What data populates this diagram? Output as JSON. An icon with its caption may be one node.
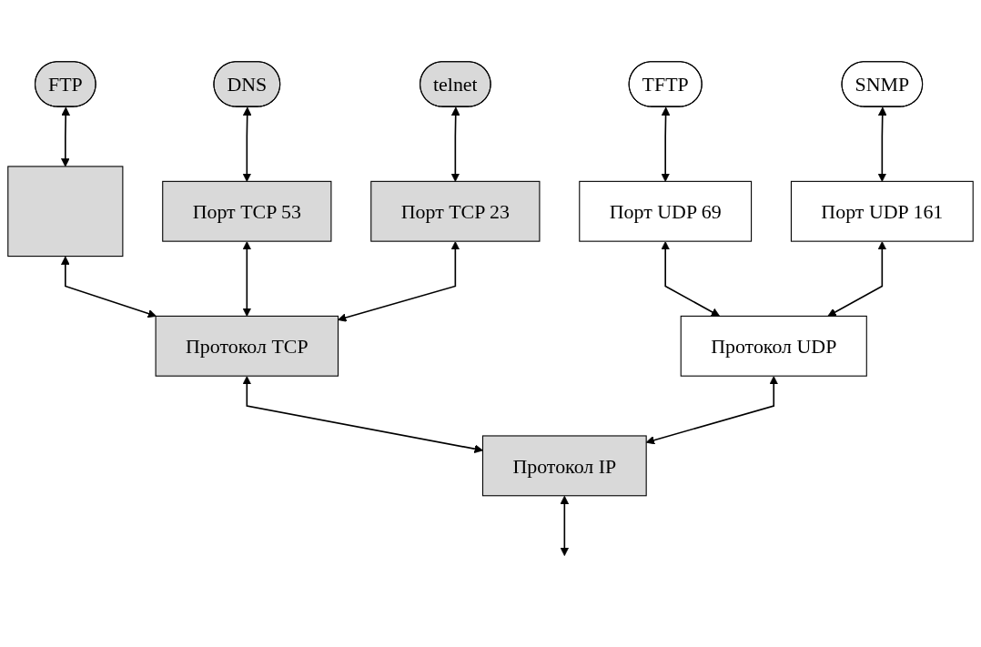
{
  "diagram": {
    "nodes": [
      {
        "text": [
          "FTP"
        ]
      },
      {
        "text": [
          "DNS"
        ]
      },
      {
        "text": [
          "telnet"
        ]
      },
      {
        "text": [
          "TFTP"
        ]
      },
      {
        "text": [
          "SNMP"
        ]
      },
      {
        "text": [],
        "shape": "box"
      },
      {
        "text": [
          "Порт TCP 53"
        ]
      },
      {
        "text": [
          "Порт TCP 23"
        ]
      },
      {
        "text": [
          "Порт UDP 69"
        ]
      },
      {
        "text": [
          "Порт UDP 161"
        ]
      },
      {
        "text": [
          "Протокол TCP"
        ]
      },
      {
        "text": [
          "Протокол UDP"
        ]
      },
      {
        "text": [
          "Протокол IP"
        ]
      }
    ],
    "edges": [
      {
        "from": 0,
        "to": 5,
        "arrow": "both"
      },
      {
        "from": 1,
        "to": 6,
        "arrow": "both"
      },
      {
        "from": 2,
        "to": 7,
        "arrow": "both"
      },
      {
        "from": 3,
        "to": 8,
        "arrow": "both"
      },
      {
        "from": 4,
        "to": 9,
        "arrow": "both"
      },
      {
        "from": 5,
        "to": 10,
        "arrow": "both"
      },
      {
        "from": 6,
        "to": 10,
        "arrow": "both"
      },
      {
        "from": 7,
        "to": 10,
        "arrow": "both"
      },
      {
        "from": 8,
        "to": 11,
        "arrow": "both"
      },
      {
        "from": 9,
        "to": 11,
        "arrow": "both"
      },
      {
        "from": 10,
        "to": 12,
        "arrow": "both"
      },
      {
        "from": 11,
        "to": 12,
        "arrow": "both"
      },
      {
        "from": 12,
        "to": null,
        "arrow": "both"
      }
    ]
  }
}
